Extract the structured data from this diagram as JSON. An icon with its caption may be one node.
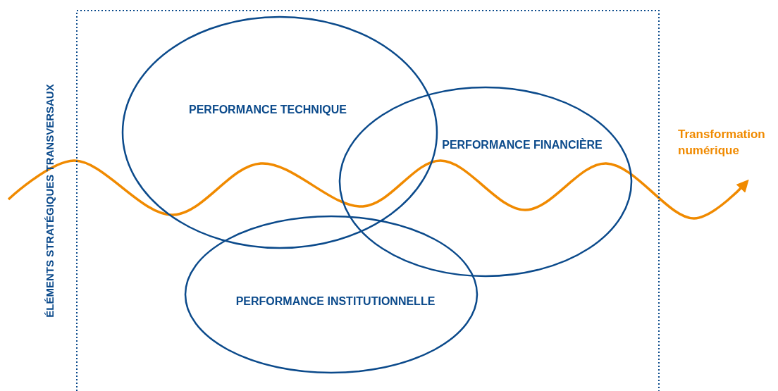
{
  "diagram": {
    "nodes": [
      {
        "text": [
          "ÉLÉMENTS STRATÉGIQUES TRANSVERSAUX"
        ]
      },
      {
        "text": [
          "PERFORMANCE TECHNIQUE"
        ],
        "in": 0
      },
      {
        "text": [
          "PERFORMANCE FINANCIÈRE"
        ],
        "in": 0
      },
      {
        "text": [
          "PERFORMANCE INSTITUTIONNELLE"
        ],
        "in": 0
      }
    ],
    "edges": [],
    "labels": [
      "Transformation numérique"
    ]
  }
}
